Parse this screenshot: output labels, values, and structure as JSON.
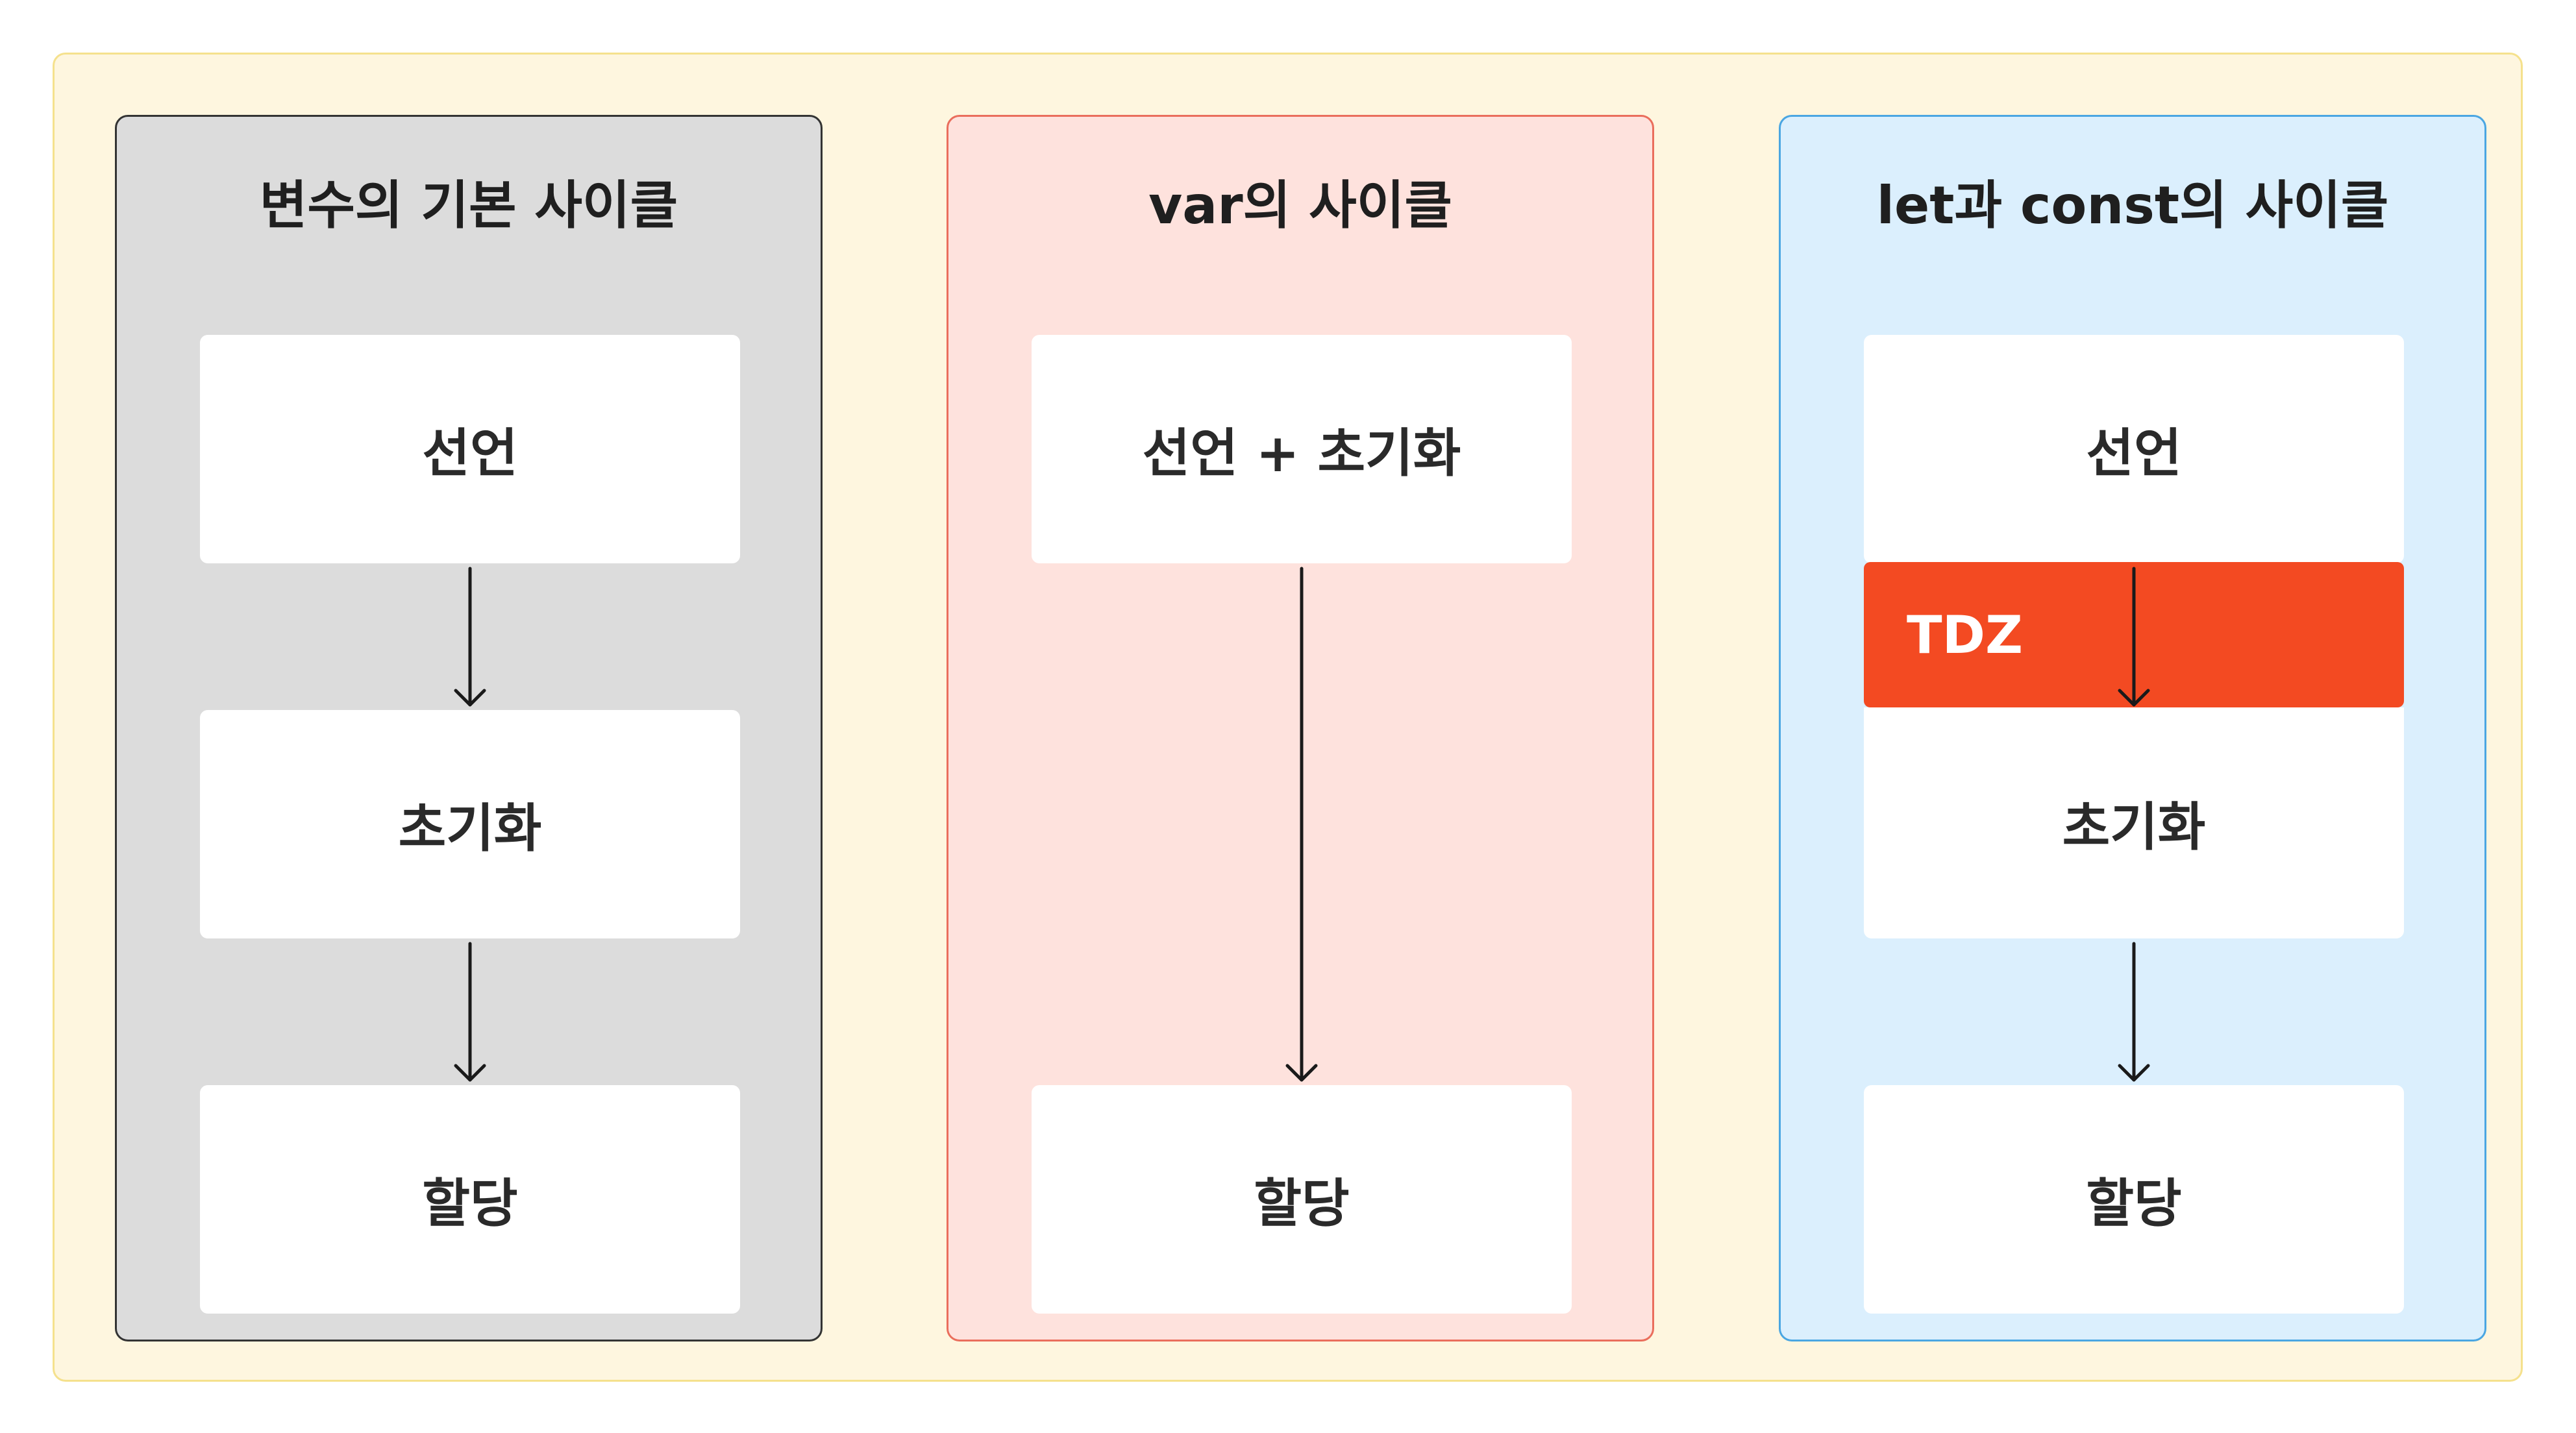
{
  "panels": {
    "basic": {
      "title": "변수의 기본 사이클",
      "steps": [
        "선언",
        "초기화",
        "할당"
      ]
    },
    "var": {
      "title": "var의 사이클",
      "steps": [
        "선언 + 초기화",
        "할당"
      ]
    },
    "let": {
      "title": "let과 const의 사이클",
      "steps": [
        "선언",
        "초기화",
        "할당"
      ],
      "tdz_label": "TDZ"
    }
  },
  "colors": {
    "outer_bg": "#fef6df",
    "basic_bg": "#dcdcdc",
    "var_bg": "#fee2dd",
    "let_bg": "#dbeffd",
    "tdz": "#f34a22"
  }
}
